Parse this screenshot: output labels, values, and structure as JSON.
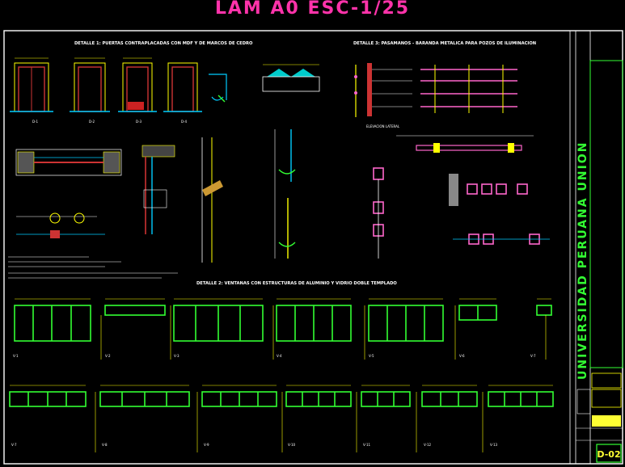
{
  "sheet": {
    "title": "LAM A0 ESC-1/25",
    "sections": {
      "detail1": "DETALLE 1: PUERTAS CONTRAPLACADAS CON MDF Y DE MARCOS DE CEDRO",
      "detail2": "DETALLE 2: VENTANAS CON ESTRUCTURAS DE ALUMINIO Y VIDRIO DOBLE TEMPLADO",
      "detail3": "DETALLE 3: PASAMANOS - BARANDA METALICA PARA POZOS DE ILUMINACION",
      "elevation": "ELEVACION LATERAL"
    },
    "window_tags_row1": [
      "V-1",
      "V-2",
      "V-3",
      "V-4",
      "V-5",
      "V-6",
      "V-7"
    ],
    "window_tags_row2": [
      "V-7",
      "V-8",
      "V-9",
      "V-10",
      "V-11",
      "V-12",
      "V-13"
    ],
    "title_block": {
      "institution": "UNIVERSIDAD PERUANA UNION",
      "plate_code": "D-02"
    }
  },
  "colors": {
    "background": "#000000",
    "frame": "#ffffff",
    "title": "#ff33aa",
    "window_frame": "#33ff33",
    "dimension": "#ffff00",
    "annotation": "#ffffff",
    "wood": "#cc3333",
    "steel": "#00ccff",
    "rail": "#ff66cc"
  }
}
